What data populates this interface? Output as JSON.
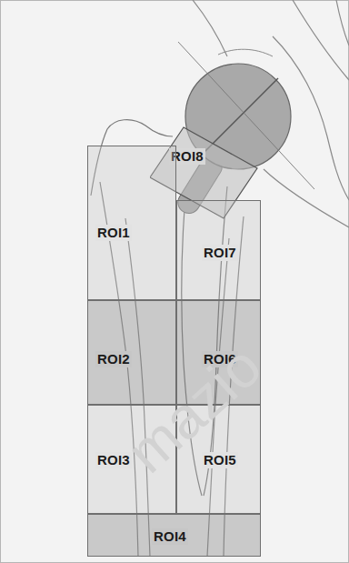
{
  "diagram": {
    "nodes": [
      {
        "text": [
          "ROI8"
        ]
      },
      {
        "text": [
          "ROI1"
        ]
      },
      {
        "text": [
          "ROI7"
        ]
      },
      {
        "text": [
          "ROI2"
        ]
      },
      {
        "text": [
          "ROI6"
        ]
      },
      {
        "text": [
          "ROI3"
        ]
      },
      {
        "text": [
          "ROI5"
        ]
      },
      {
        "text": [
          "ROI4"
        ]
      }
    ],
    "labels": [
      "mazio"
    ]
  }
}
